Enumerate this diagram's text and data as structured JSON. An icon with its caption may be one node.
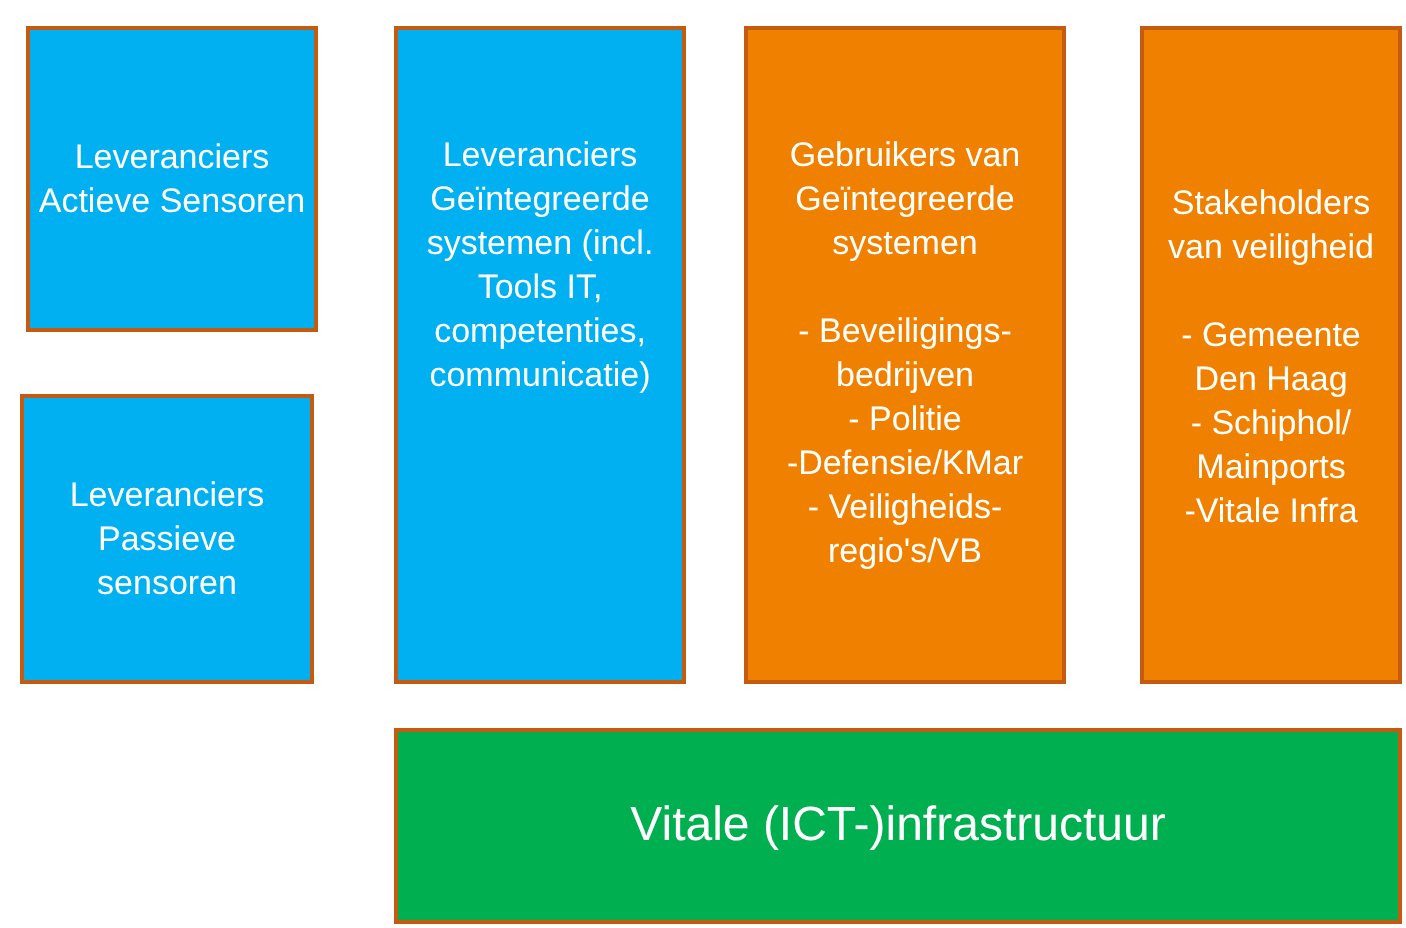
{
  "diagram": {
    "nodes": [
      {
        "text": [
          "Leveranciers Actieve Sensoren"
        ]
      },
      {
        "text": [
          "Leveranciers Passieve sensoren"
        ]
      },
      {
        "text": [
          "Leveranciers Geïntegreerde systemen (incl. Tools IT, competenties, communicatie)"
        ]
      },
      {
        "text": [
          "Gebruikers van Geïntegreerde systemen",
          "- Beveiligings- bedrijven",
          "- Politie",
          "-Defensie/KMar",
          "- Veiligheids- regio's/VB"
        ]
      },
      {
        "text": [
          "Stakeholders van veiligheid",
          "- Gemeente Den Haag",
          "- Schiphol/ Mainports",
          "-Vitale Infra"
        ]
      },
      {
        "text": [
          "Vitale (ICT-)infrastructuur"
        ]
      }
    ]
  }
}
